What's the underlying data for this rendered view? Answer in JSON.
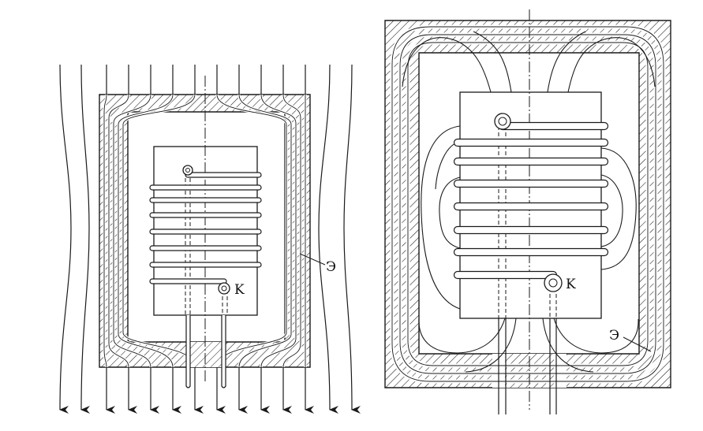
{
  "figure": {
    "left_panel": {
      "coil_label": "K",
      "screen_label": "Э"
    },
    "right_panel": {
      "coil_label": "K",
      "screen_label": "Э"
    }
  },
  "colors": {
    "ink": "#1a1a1a",
    "background": "#ffffff"
  }
}
